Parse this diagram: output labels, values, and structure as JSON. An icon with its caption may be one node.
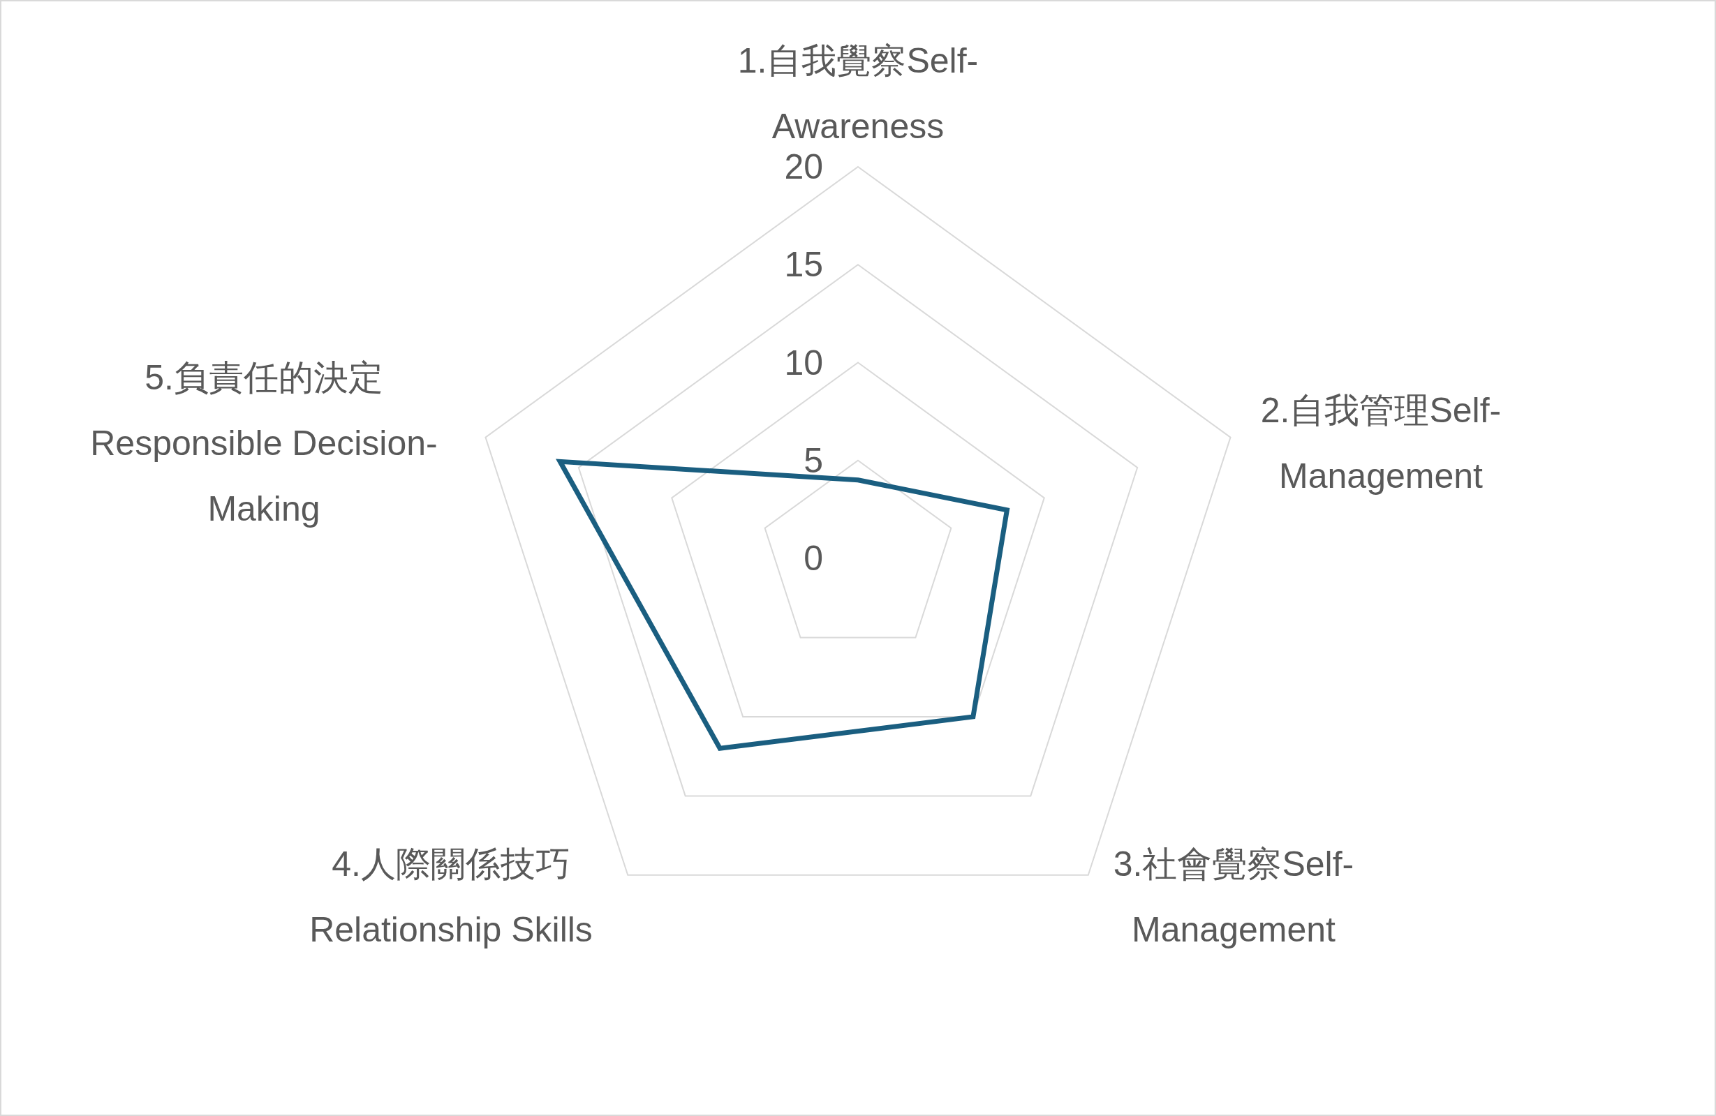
{
  "diagram": {
    "labels": [
      "1.自我覺察Self-Awareness",
      "20",
      "15",
      "10",
      "5.負責任的決定 Responsible Decision-Making",
      "2.自我管理Self-Management",
      "5",
      "0",
      "4.人際關係技巧 Relationship Skills",
      "3.社會覺察Self-Management"
    ]
  }
}
